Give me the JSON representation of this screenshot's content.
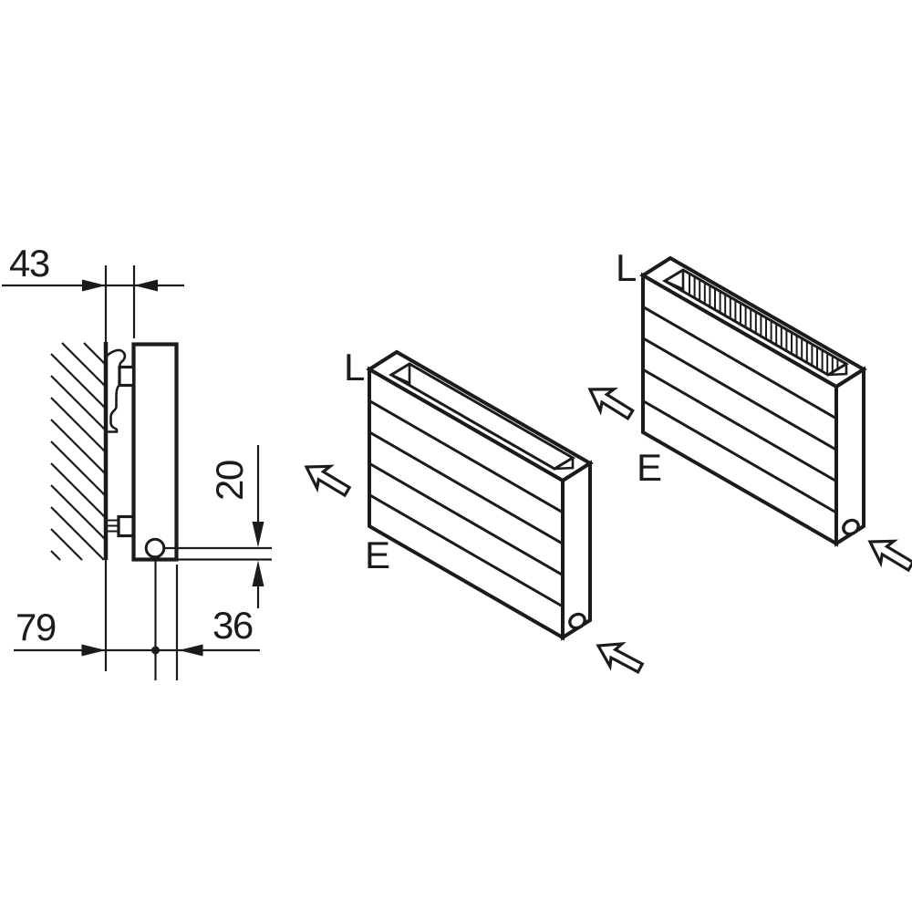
{
  "figure": {
    "background_color": "#ffffff",
    "line_color": "#1b1b1b",
    "side_view": {
      "dim_wall_to_panel": "43",
      "dim_valve_to_bottom": "20",
      "dim_bottom_left": "79",
      "dim_bottom_right": "36"
    },
    "radiator_open_top": {
      "inlet_label": "L",
      "outlet_label": "E"
    },
    "radiator_grille_top": {
      "inlet_label": "L",
      "outlet_label": "E"
    }
  }
}
